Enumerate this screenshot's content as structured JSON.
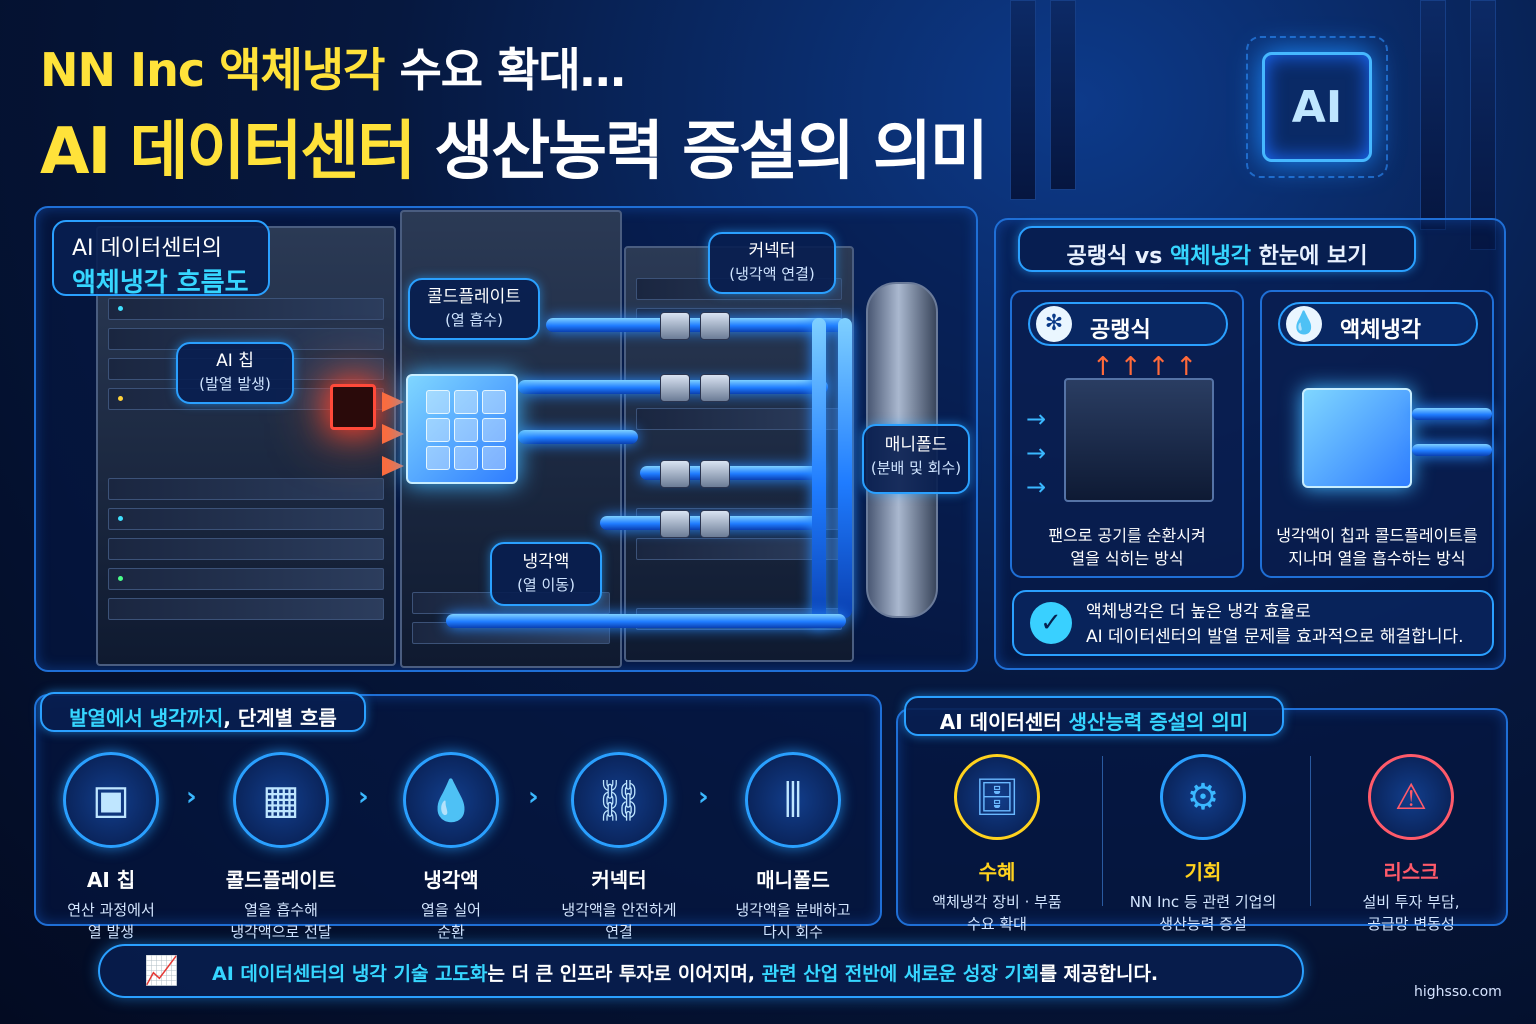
{
  "title": {
    "line1_yellow": "NN Inc 액체냉각",
    "line1_white": " 수요 확대…",
    "line2_yellow": "AI 데이터센터",
    "line2_white": " 생산농력 증설의 의미"
  },
  "chip_deco": "AI",
  "flow": {
    "title_1": "AI 데이터센터의",
    "title_2": "액체냉각 흐름도",
    "labels": {
      "chip": {
        "name": "AI 칩",
        "sub": "(발열 발생)"
      },
      "coldplate": {
        "name": "콜드플레이트",
        "sub": "(열 흡수)"
      },
      "connector": {
        "name": "커넥터",
        "sub": "(냉각액 연결)"
      },
      "manifold": {
        "name": "매니폴드",
        "sub": "(분배 및 회수)"
      },
      "coolant": {
        "name": "냉각액",
        "sub": "(열 이동)"
      }
    }
  },
  "compare": {
    "head_a": "공랭식 vs ",
    "head_b": "액체냉각",
    "head_c": " 한눈에 보기",
    "air": {
      "label": "공랭식",
      "icon": "fan-icon",
      "desc_1": "팬으로 공기를 순환시켜",
      "desc_2": "열을 식히는 방식"
    },
    "liquid": {
      "label": "액체냉각",
      "icon": "droplet-icon",
      "desc_1": "냉각액이 칩과 콜드플레이트를",
      "desc_2": "지나며 열을 흡수하는 방식"
    },
    "conclusion_1": "액체냉각은 더 높은 냉각 효율로",
    "conclusion_2": "AI 데이터센터의 발열 문제를 효과적으로 해결합니다."
  },
  "steps": {
    "head_a": "발열에서 냉각까지",
    "head_b": ", 단계별 흐름",
    "items": [
      {
        "name": "AI 칩",
        "desc_1": "연산 과정에서",
        "desc_2": "열 발생",
        "icon": "chip-icon"
      },
      {
        "name": "콜드플레이트",
        "desc_1": "열을 흡수해",
        "desc_2": "냉각액으로 전달",
        "icon": "coldplate-icon"
      },
      {
        "name": "냉각액",
        "desc_1": "열을 실어",
        "desc_2": "순환",
        "icon": "droplet-icon"
      },
      {
        "name": "커넥터",
        "desc_1": "냉각액을 안전하게",
        "desc_2": "연결",
        "icon": "connector-icon"
      },
      {
        "name": "매니폴드",
        "desc_1": "냉각액을 분배하고",
        "desc_2": "다시 회수",
        "icon": "manifold-icon"
      }
    ]
  },
  "meaning": {
    "head_a": "AI 데이터센터 ",
    "head_b": "생산능력 증설의 의미",
    "items": [
      {
        "name": "수혜",
        "desc_1": "액체냉각 장비 · 부품",
        "desc_2": "수요 확대",
        "color": "#ffd21e",
        "icon": "server-up-icon"
      },
      {
        "name": "기회",
        "desc_1": "NN Inc 등 관련 기업의",
        "desc_2": "생산능력 증설",
        "color": "#ffd21e",
        "icon": "gear-icon"
      },
      {
        "name": "리스크",
        "desc_1": "설비 투자 부담,",
        "desc_2": "공급망 변동성",
        "color": "#ff5a6a",
        "icon": "warning-icon"
      }
    ]
  },
  "banner": {
    "a": "AI 데이터센터의 ",
    "b": "냉각 기술 고도화",
    "c": "는 더 큰 인프라 투자로 이어지며, ",
    "d": "관련 산업 전반에 새로운 성장 기회",
    "e": "를 제공합니다."
  },
  "site": "highsso.com",
  "colors": {
    "accent_yellow": "#ffe23a",
    "accent_cyan": "#36d6ff",
    "border_blue": "#2aa0ff"
  }
}
